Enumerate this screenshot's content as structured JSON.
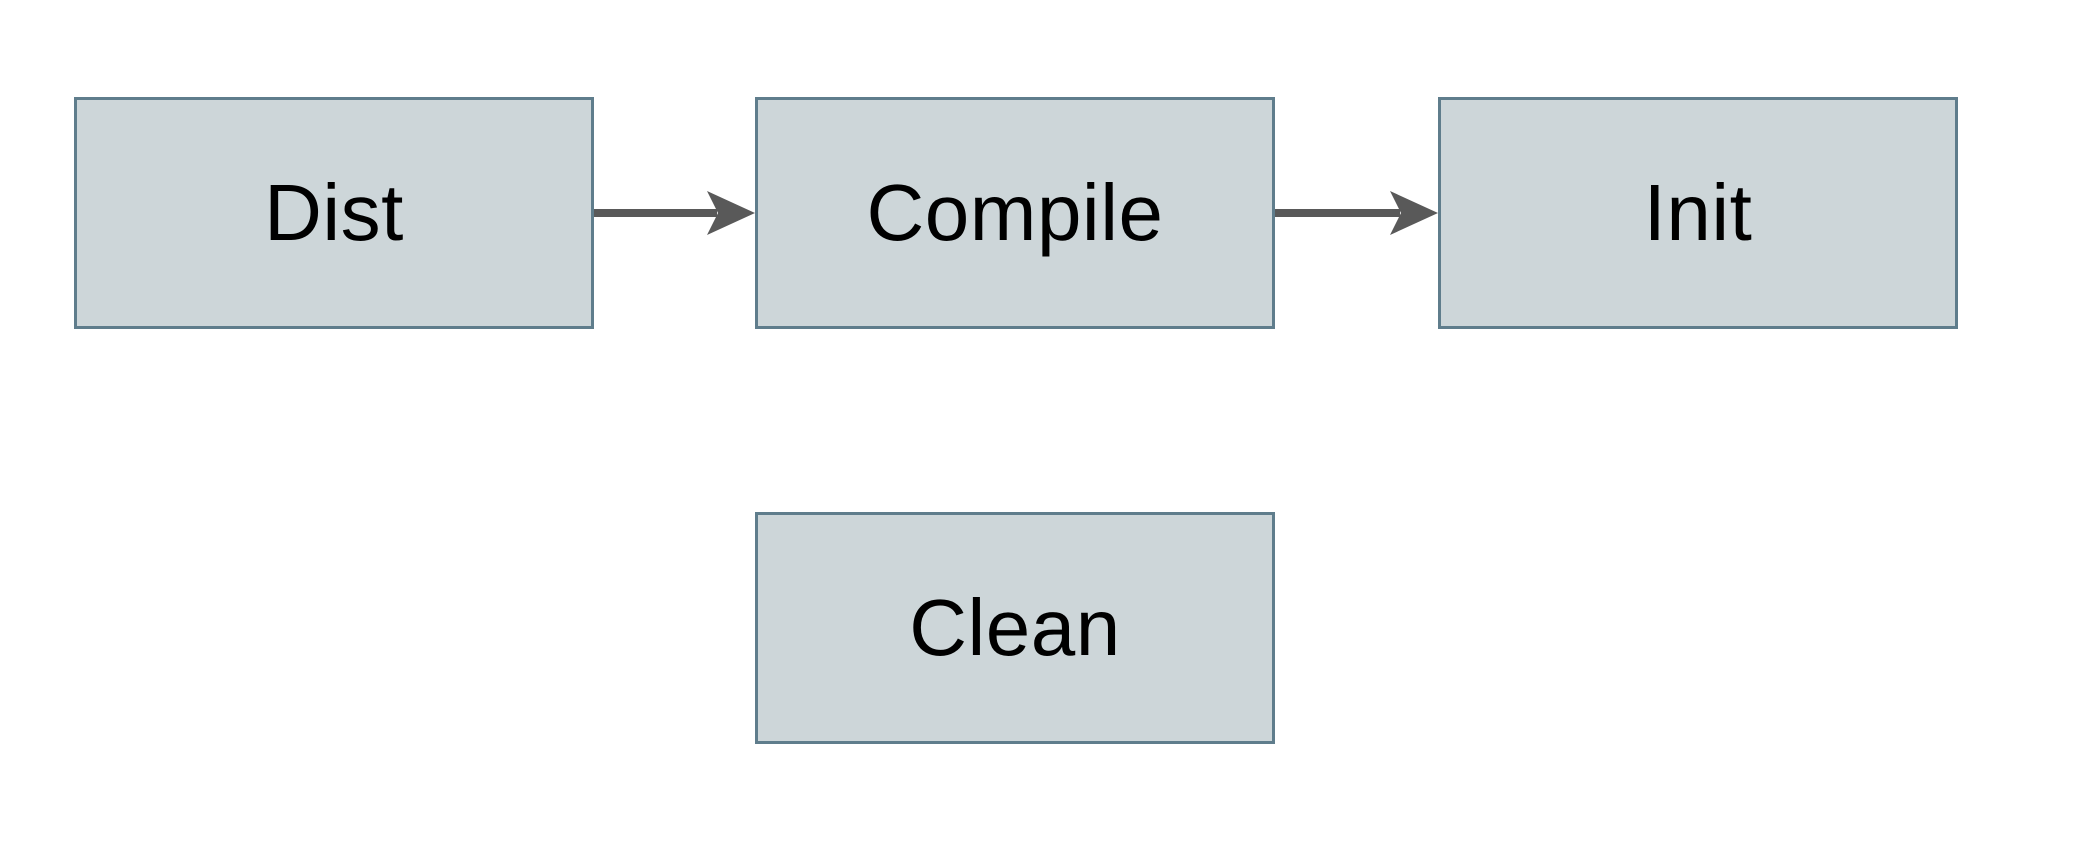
{
  "diagram": {
    "type": "flowchart",
    "background_color": "#ffffff",
    "node_fill_color": "#cdd6d9",
    "node_border_color": "#5f7d8c",
    "arrow_color": "#595959",
    "text_color": "#000000",
    "nodes": [
      {
        "id": "dist",
        "label": "Dist"
      },
      {
        "id": "compile",
        "label": "Compile"
      },
      {
        "id": "init",
        "label": "Init"
      },
      {
        "id": "clean",
        "label": "Clean"
      }
    ],
    "edges": [
      {
        "from": "Dist",
        "to": "Compile",
        "style": "solid-arrow-right"
      },
      {
        "from": "Compile",
        "to": "Init",
        "style": "solid-arrow-right"
      }
    ]
  }
}
